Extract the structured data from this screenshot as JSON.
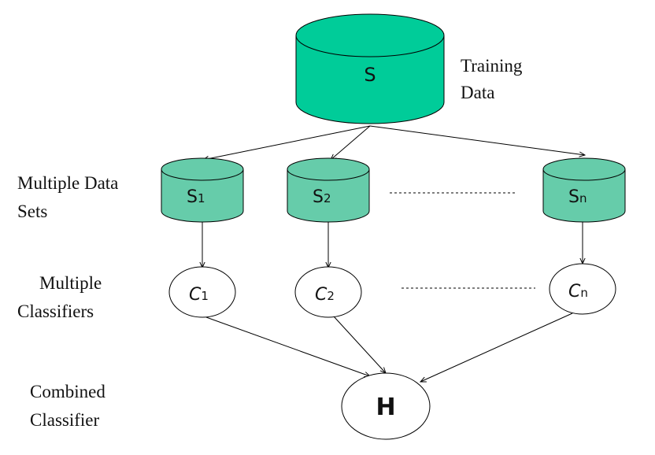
{
  "training": {
    "node_label": "S",
    "side_label_line1": "Training",
    "side_label_line2": "Data"
  },
  "datasets": {
    "row_label_line1": "Multiple Data",
    "row_label_line2": "Sets",
    "items": [
      {
        "base": "S",
        "sub": "1"
      },
      {
        "base": "S",
        "sub": "2"
      },
      {
        "base": "S",
        "sub": "n"
      }
    ]
  },
  "classifiers": {
    "row_label_line1": "Multiple",
    "row_label_line2": "Classifiers",
    "items": [
      {
        "base": "C",
        "sub": "1"
      },
      {
        "base": "C",
        "sub": "2"
      },
      {
        "base": "C",
        "sub": "n"
      }
    ]
  },
  "combined": {
    "node_label": "H",
    "row_label_line1": "Combined",
    "row_label_line2": "Classifier"
  },
  "colors": {
    "training_fill": "#00cc99",
    "dataset_fill": "#66ccaa",
    "stroke": "#000000",
    "classifier_fill": "#ffffff"
  }
}
